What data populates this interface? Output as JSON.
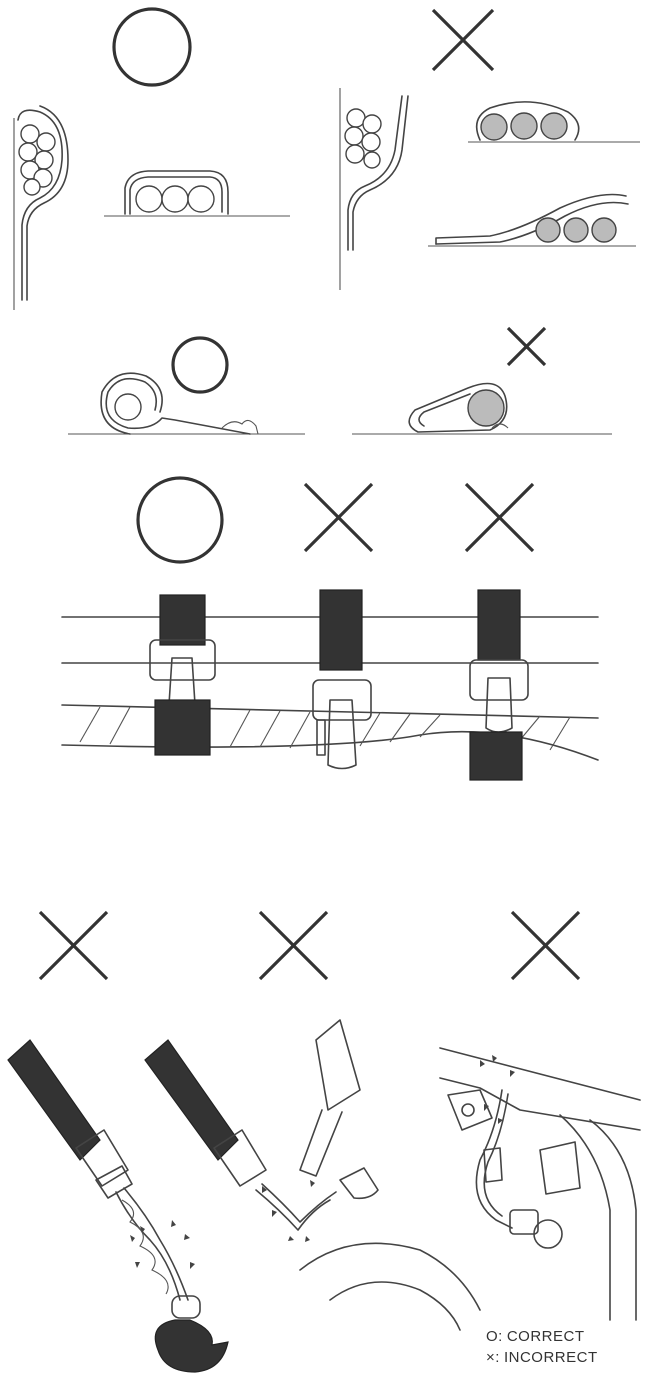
{
  "legend": {
    "correct_symbol": "O:",
    "correct_label": "CORRECT",
    "incorrect_symbol": "×:",
    "incorrect_label": "INCORRECT"
  },
  "panels": [
    {
      "id": "clamp-bundle",
      "marks": [
        "correct",
        "incorrect"
      ]
    },
    {
      "id": "clamp-hook",
      "marks": [
        "correct",
        "incorrect"
      ]
    },
    {
      "id": "band-clip",
      "marks": [
        "correct",
        "incorrect",
        "incorrect"
      ]
    },
    {
      "id": "cable-damage",
      "marks": [
        "incorrect",
        "incorrect",
        "incorrect"
      ]
    }
  ]
}
